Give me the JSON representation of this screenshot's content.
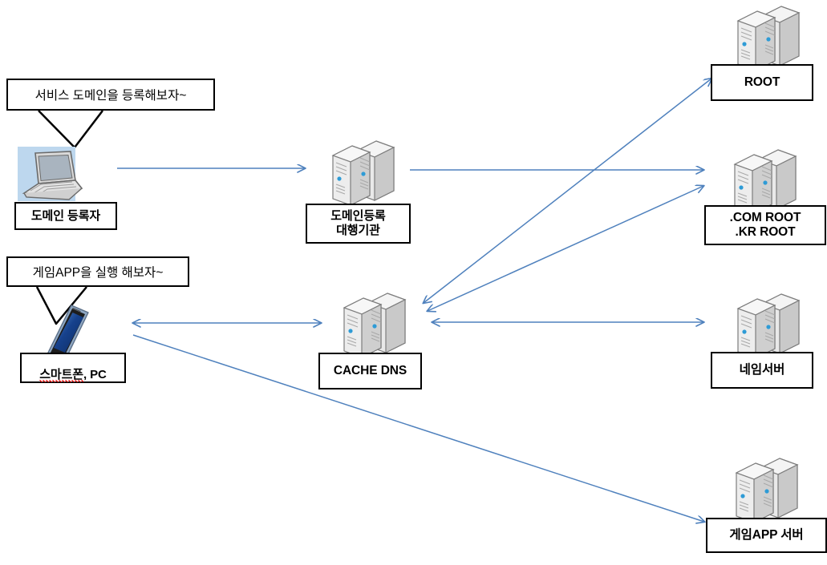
{
  "diagram": {
    "title": "DNS domain registration and resolution flow",
    "colors": {
      "arrow": "#4f81bd",
      "outline": "#000000",
      "laptop_backdrop": "#bdd7ee",
      "phone_screen": "#1f4e96",
      "server_body": "#e8e8e8",
      "server_led": "#2e9bd6",
      "spellcheck": "#ff0000",
      "page_background": "#ffffff"
    },
    "callouts": [
      {
        "id": "callout-domain-registrant",
        "text": "서비스 도메인을 등록해보자~",
        "points_to": "도메인 등록자"
      },
      {
        "id": "callout-game-app",
        "text": "게임APP을 실행 해보자~",
        "points_to": "스마트폰, PC"
      }
    ],
    "nodes": [
      {
        "id": "node-domain-registrant",
        "label": "도메인 등록자",
        "icon": "laptop-icon",
        "column": "left"
      },
      {
        "id": "node-smartphone-pc",
        "label": "스마트폰, PC",
        "label_parts": [
          {
            "text": "스마트폰",
            "spellcheck_error": true
          },
          {
            "text": ", PC",
            "spellcheck_error": false
          }
        ],
        "icon": "smartphone-icon",
        "column": "left"
      },
      {
        "id": "node-domain-registrar",
        "label": "도메인등록\n대행기관",
        "icon": "server-icon",
        "column": "center"
      },
      {
        "id": "node-cache-dns",
        "label": "CACHE DNS",
        "icon": "server-icon",
        "column": "center"
      },
      {
        "id": "node-root",
        "label": "ROOT",
        "icon": "server-icon",
        "column": "right"
      },
      {
        "id": "node-com-kr-root",
        "label": ".COM ROOT\n.KR ROOT",
        "icon": "server-icon",
        "column": "right"
      },
      {
        "id": "node-name-server",
        "label": "네임서버",
        "icon": "server-icon",
        "column": "right"
      },
      {
        "id": "node-game-app-server",
        "label": "게임APP 서버",
        "icon": "server-icon",
        "column": "right"
      }
    ],
    "connections": [
      {
        "id": "edge-registrant-to-registrar",
        "from": "node-domain-registrant",
        "to": "node-domain-registrar",
        "heads": "single"
      },
      {
        "id": "edge-registrar-to-com-kr-root",
        "from": "node-domain-registrar",
        "to": "node-com-kr-root",
        "heads": "single"
      },
      {
        "id": "edge-cachedns-to-root",
        "from": "node-cache-dns",
        "to": "node-root",
        "heads": "double"
      },
      {
        "id": "edge-cachedns-to-com-kr-root",
        "from": "node-cache-dns",
        "to": "node-com-kr-root",
        "heads": "double"
      },
      {
        "id": "edge-cachedns-to-name-server",
        "from": "node-cache-dns",
        "to": "node-name-server",
        "heads": "double"
      },
      {
        "id": "edge-smartphone-to-cachedns",
        "from": "node-smartphone-pc",
        "to": "node-cache-dns",
        "heads": "double"
      },
      {
        "id": "edge-smartphone-to-game-app-server",
        "from": "node-smartphone-pc",
        "to": "node-game-app-server",
        "heads": "single"
      }
    ]
  }
}
